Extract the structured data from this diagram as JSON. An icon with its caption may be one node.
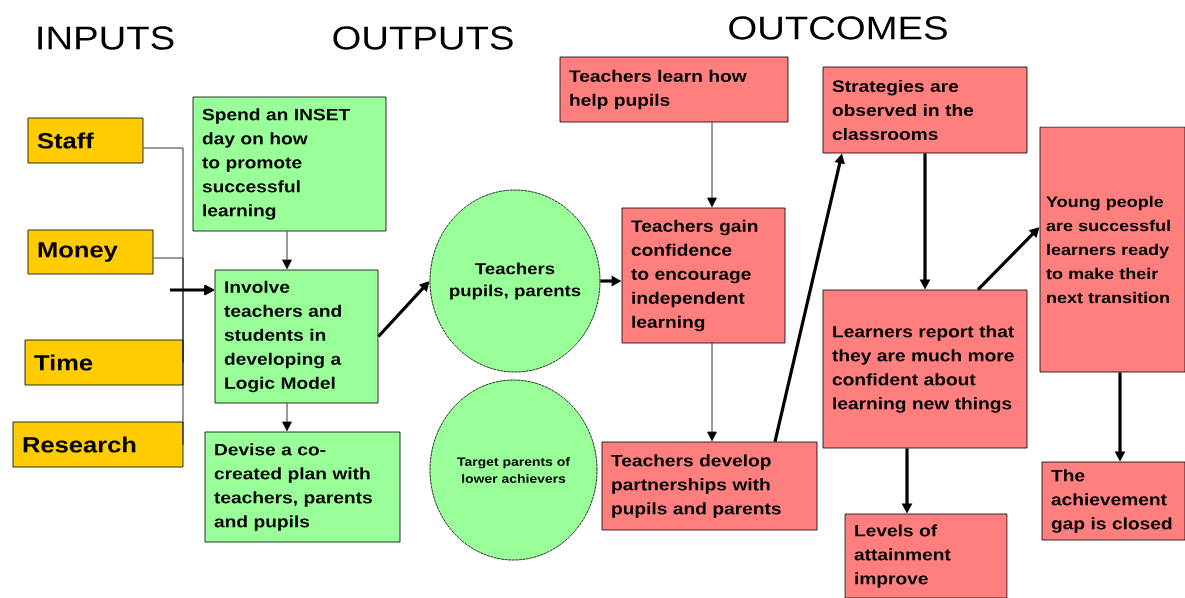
{
  "diagram": {
    "nodes": [
      {
        "text": [
          "Staff"
        ]
      },
      {
        "text": [
          "Money"
        ]
      },
      {
        "text": [
          "Time"
        ]
      },
      {
        "text": [
          "Research"
        ]
      },
      {
        "text": [
          "Spend an INSET day on how to promote successful learning"
        ]
      },
      {
        "text": [
          "Involve teachers and students in developing a Logic Model"
        ]
      },
      {
        "text": [
          "Devise a co-created plan with teachers, parents and pupils"
        ]
      },
      {
        "text": [
          "Teachers pupils, parents"
        ]
      },
      {
        "text": [
          "Target parents of lower achievers"
        ]
      },
      {
        "text": [
          "Teachers learn how help pupils"
        ]
      },
      {
        "text": [
          "Teachers gain confidence to encourage independent learning"
        ]
      },
      {
        "text": [
          "Teachers develop partnerships with pupils and parents"
        ]
      },
      {
        "text": [
          "Strategies are observed in the classrooms"
        ]
      },
      {
        "text": [
          "Learners report that they are much more confident about learning new things"
        ]
      },
      {
        "text": [
          "Young people are successful learners ready to make their next transition"
        ]
      },
      {
        "text": [
          "The achievement gap is closed"
        ]
      },
      {
        "text": [
          "Levels of attainment improve"
        ]
      }
    ],
    "edges": [
      {
        "from": 0,
        "to": 5,
        "arrow": "to"
      },
      {
        "from": 1,
        "to": 5,
        "arrow": "to"
      },
      {
        "from": 2,
        "to": 5,
        "arrow": "to"
      },
      {
        "from": 3,
        "to": 5,
        "arrow": "to"
      },
      {
        "from": 4,
        "to": 5,
        "arrow": "to"
      },
      {
        "from": 5,
        "to": 6,
        "arrow": "to"
      },
      {
        "from": 5,
        "to": 7,
        "arrow": "to",
        "style": "thick"
      },
      {
        "from": 7,
        "to": 10,
        "arrow": "to",
        "style": "thick"
      },
      {
        "from": 9,
        "to": 10,
        "arrow": "to"
      },
      {
        "from": 10,
        "to": 11,
        "arrow": "to"
      },
      {
        "from": 11,
        "to": 12,
        "arrow": "to",
        "style": "thick"
      },
      {
        "from": 12,
        "to": 13,
        "arrow": "to",
        "style": "thick"
      },
      {
        "from": 13,
        "to": 14,
        "arrow": "to",
        "style": "thick"
      },
      {
        "from": 13,
        "to": 16,
        "arrow": "to",
        "style": "thick"
      },
      {
        "from": 14,
        "to": 15,
        "arrow": "to",
        "style": "thick"
      }
    ],
    "labels": [
      "INPUTS",
      "OUTPUTS",
      "OUTCOMES"
    ]
  }
}
